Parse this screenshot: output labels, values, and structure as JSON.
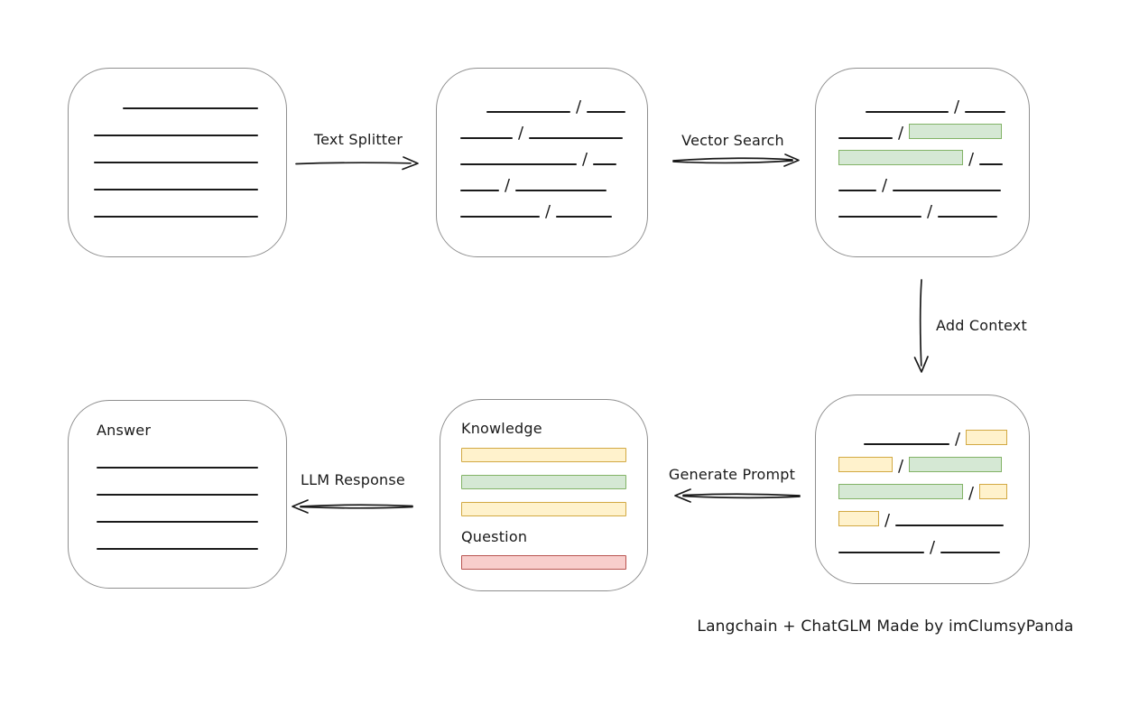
{
  "caption": "Langchain + ChatGLM Made by imClumsyPanda",
  "colors": {
    "ink": "#1a1a1a",
    "box_border": "#8f8f8f",
    "green_fill": "#d5e8d4",
    "green_border": "#82b366",
    "yellow_fill": "#fff2cc",
    "yellow_border": "#d2a943",
    "red_fill": "#f8cecc",
    "red_border": "#b85450"
  },
  "arrows": {
    "text_splitter": {
      "label": "Text Splitter",
      "direction": "right"
    },
    "vector_search": {
      "label": "Vector Search",
      "direction": "right"
    },
    "add_context": {
      "label": "Add Context",
      "direction": "down"
    },
    "generate_prompt": {
      "label": "Generate Prompt",
      "direction": "left"
    },
    "llm_response": {
      "label": "LLM Response",
      "direction": "left"
    }
  },
  "boxes": {
    "document": {
      "rows": [
        {
          "indent": 32,
          "segs": [
            {
              "t": "line",
              "w": 150
            }
          ]
        },
        {
          "segs": [
            {
              "t": "line",
              "w": 182
            }
          ]
        },
        {
          "segs": [
            {
              "t": "line",
              "w": 182
            }
          ]
        },
        {
          "segs": [
            {
              "t": "line",
              "w": 182
            }
          ]
        },
        {
          "segs": [
            {
              "t": "line",
              "w": 182
            }
          ]
        }
      ]
    },
    "split_text": {
      "rows": [
        {
          "indent": 29,
          "segs": [
            {
              "t": "line",
              "w": 93
            },
            {
              "t": "slash"
            },
            {
              "t": "line",
              "w": 43
            }
          ]
        },
        {
          "segs": [
            {
              "t": "line",
              "w": 58
            },
            {
              "t": "slash"
            },
            {
              "t": "line",
              "w": 104
            }
          ]
        },
        {
          "segs": [
            {
              "t": "line",
              "w": 129
            },
            {
              "t": "slash"
            },
            {
              "t": "line",
              "w": 26
            }
          ]
        },
        {
          "segs": [
            {
              "t": "line",
              "w": 43
            },
            {
              "t": "slash"
            },
            {
              "t": "line",
              "w": 101
            }
          ]
        },
        {
          "segs": [
            {
              "t": "line",
              "w": 88
            },
            {
              "t": "slash"
            },
            {
              "t": "line",
              "w": 62
            }
          ]
        }
      ]
    },
    "matched_chunks": {
      "rows": [
        {
          "indent": 30,
          "segs": [
            {
              "t": "line",
              "w": 92
            },
            {
              "t": "slash"
            },
            {
              "t": "line",
              "w": 45
            }
          ]
        },
        {
          "segs": [
            {
              "t": "line",
              "w": 60
            },
            {
              "t": "slash"
            },
            {
              "t": "green",
              "w": 103
            }
          ]
        },
        {
          "segs": [
            {
              "t": "green",
              "w": 138
            },
            {
              "t": "slash"
            },
            {
              "t": "line",
              "w": 26
            }
          ]
        },
        {
          "segs": [
            {
              "t": "line",
              "w": 42
            },
            {
              "t": "slash"
            },
            {
              "t": "line",
              "w": 120
            }
          ]
        },
        {
          "segs": [
            {
              "t": "line",
              "w": 92
            },
            {
              "t": "slash"
            },
            {
              "t": "line",
              "w": 66
            }
          ]
        }
      ]
    },
    "context_chunks": {
      "rows": [
        {
          "indent": 28,
          "segs": [
            {
              "t": "line",
              "w": 95
            },
            {
              "t": "slash"
            },
            {
              "t": "yellow",
              "w": 46
            }
          ]
        },
        {
          "segs": [
            {
              "t": "yellow",
              "w": 60
            },
            {
              "t": "slash"
            },
            {
              "t": "green",
              "w": 103
            }
          ]
        },
        {
          "segs": [
            {
              "t": "green",
              "w": 138
            },
            {
              "t": "slash"
            },
            {
              "t": "yellow",
              "w": 31
            }
          ]
        },
        {
          "segs": [
            {
              "t": "yellow",
              "w": 45
            },
            {
              "t": "slash"
            },
            {
              "t": "line",
              "w": 120
            }
          ]
        },
        {
          "segs": [
            {
              "t": "line",
              "w": 95
            },
            {
              "t": "slash"
            },
            {
              "t": "line",
              "w": 66
            }
          ]
        }
      ]
    },
    "prompt": {
      "knowledge_label": "Knowledge",
      "question_label": "Question",
      "knowledge_bars": [
        {
          "color": "yellow"
        },
        {
          "color": "green"
        },
        {
          "color": "yellow"
        }
      ],
      "question_bars": [
        {
          "color": "red"
        }
      ]
    },
    "answer": {
      "label": "Answer",
      "rows": [
        {
          "segs": [
            {
              "t": "line",
              "w": 179
            }
          ]
        },
        {
          "segs": [
            {
              "t": "line",
              "w": 179
            }
          ]
        },
        {
          "segs": [
            {
              "t": "line",
              "w": 179
            }
          ]
        },
        {
          "segs": [
            {
              "t": "line",
              "w": 179
            }
          ]
        }
      ]
    }
  }
}
